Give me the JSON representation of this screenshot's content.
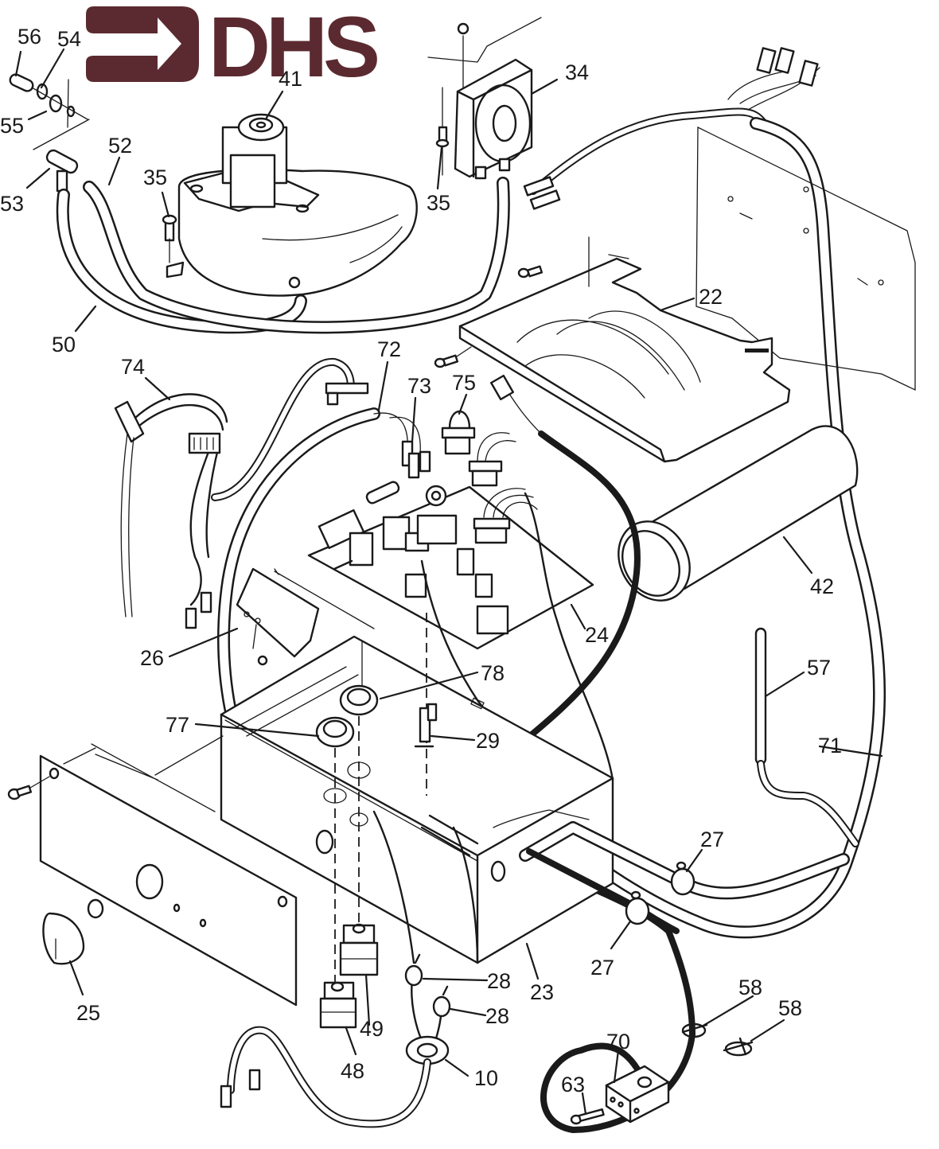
{
  "logo": {
    "text": "DHS",
    "icon": "right-arrow-logo-icon",
    "color": "#5b2a30"
  },
  "diagram": {
    "type": "exploded-parts-diagram",
    "line_color": "#1a1a1a",
    "background": "#ffffff"
  },
  "callouts": {
    "c56": "56",
    "c54": "54",
    "c55": "55",
    "c53": "53",
    "c52": "52",
    "c41": "41",
    "c35a": "35",
    "c35b": "35",
    "c34": "34",
    "c50": "50",
    "c22": "22",
    "c74": "74",
    "c72": "72",
    "c73": "73",
    "c75": "75",
    "c42": "42",
    "c24": "24",
    "c26": "26",
    "c78": "78",
    "c77": "77",
    "c29": "29",
    "c57": "57",
    "c71": "71",
    "c27a": "27",
    "c27b": "27",
    "c25": "25",
    "c28a": "28",
    "c28b": "28",
    "c23": "23",
    "c49": "49",
    "c48": "48",
    "c10": "10",
    "c58a": "58",
    "c58b": "58",
    "c70": "70",
    "c63": "63"
  }
}
